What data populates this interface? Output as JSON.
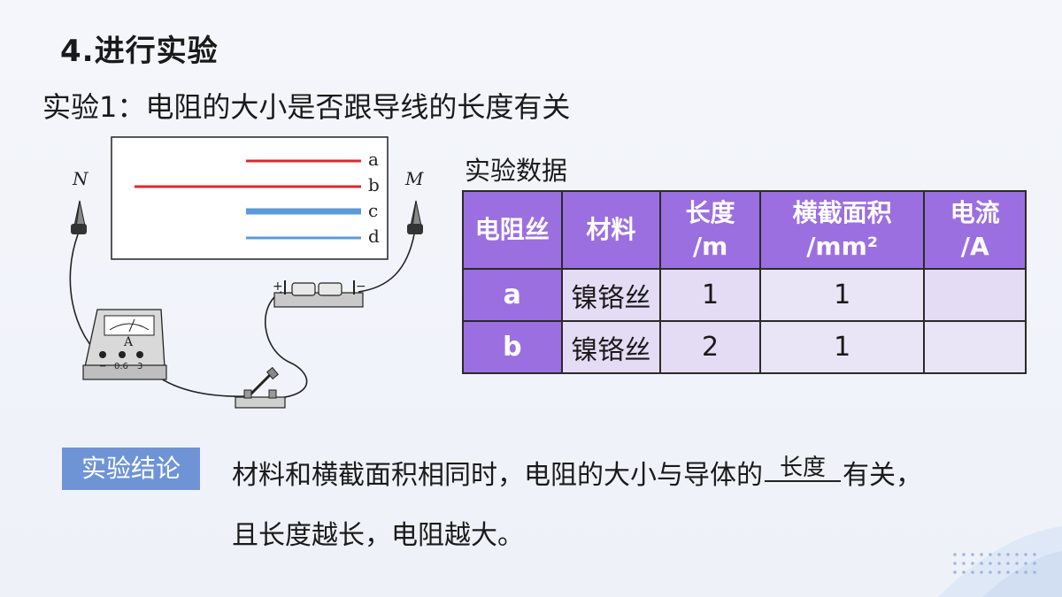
{
  "header": {
    "title": "4.进行实验",
    "subtitle": "实验1：电阻的大小是否跟导线的长度有关"
  },
  "diagram": {
    "wire_labels": [
      "a",
      "b",
      "c",
      "d"
    ],
    "clip_left_label": "N",
    "clip_right_label": "M",
    "ammeter_label": "A",
    "ammeter_terminals": [
      "−",
      "0.6",
      "3"
    ],
    "battery_plus": "+",
    "battery_minus": "−",
    "colors": {
      "red_wire": "#e0262b",
      "blue_wire": "#5b9bd5"
    }
  },
  "table": {
    "caption": "实验数据",
    "headers": [
      "电阻丝",
      "材料",
      "长度\n/m",
      "横截面积\n/mm²",
      "电流\n/A"
    ],
    "rows": [
      [
        "a",
        "镍铬丝",
        "1",
        "1",
        ""
      ],
      [
        "b",
        "镍铬丝",
        "2",
        "1",
        ""
      ]
    ],
    "colors": {
      "header_bg": "#9b6fe0",
      "cell_bg": "#e4dcf5"
    }
  },
  "conclusion": {
    "tag": "实验结论",
    "line1_before": "材料和横截面积相同时，电阻的大小与导体的",
    "blank_answer": "长度",
    "line1_after": "有关，",
    "line2": "且长度越长，电阻越大。"
  }
}
